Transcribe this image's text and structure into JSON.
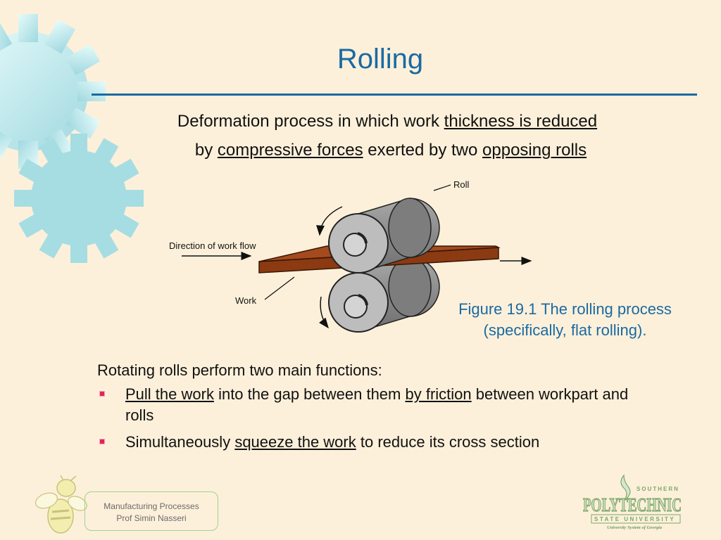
{
  "slide": {
    "title": "Rolling",
    "intro": {
      "t1": "Deformation process in which work ",
      "u1": "thickness is reduced",
      "t2": "by ",
      "u2": "compressive forces",
      "t3": " exerted by two ",
      "u3": "opposing rolls"
    },
    "figure": {
      "label_roll": "Roll",
      "label_flow": "Direction of work flow",
      "label_work": "Work",
      "caption": "Figure 19.1  The rolling process (specifically, flat rolling)."
    },
    "functions": {
      "lead": "Rotating rolls perform two main functions:",
      "item1": {
        "u1": "Pull the work",
        "t1": " into the gap between them ",
        "u2": "by friction",
        "t2": " between workpart and rolls"
      },
      "item2": {
        "t1": "Simultaneously ",
        "u1": "squeeze the work",
        "t2": " to reduce its cross section"
      }
    },
    "footer": {
      "line1": "Manufacturing Processes",
      "line2": "Prof Simin Nasseri"
    },
    "logo": {
      "top": "SOUTHERN",
      "main": "POLYTECHNIC",
      "sub": "STATE UNIVERSITY",
      "tag": "University System of Georgia"
    }
  },
  "colors": {
    "background": "#fdf0da",
    "title": "#1a6aa3",
    "gear": "#bfeaf0",
    "work_strip": "#8b3a12",
    "roll": "#8e8e8e",
    "bullet": "#e0245e",
    "logo_green": "#7aa86a"
  },
  "icons": [
    "gear-icon",
    "bee-mascot-icon",
    "polytechnic-logo"
  ]
}
